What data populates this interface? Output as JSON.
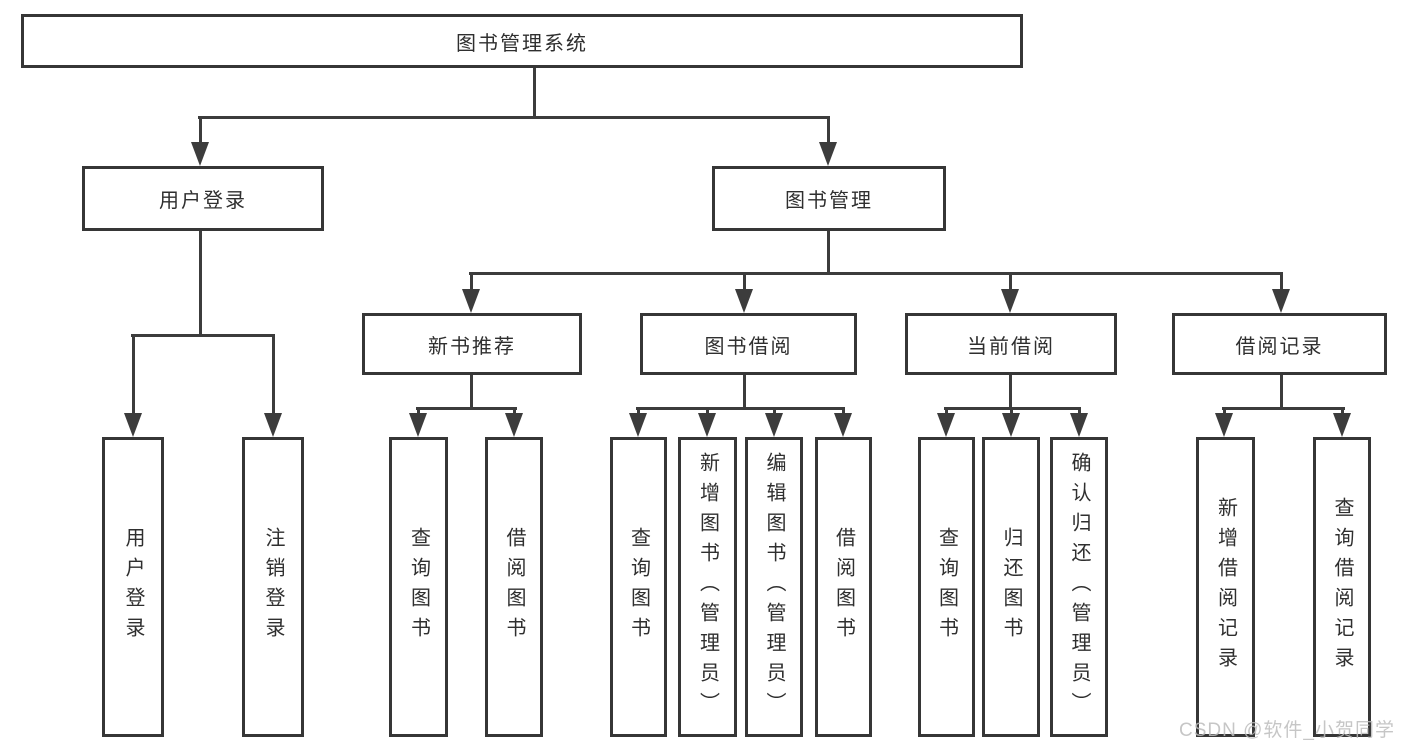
{
  "diagram": {
    "root": {
      "label": "图书管理系统"
    },
    "user_login": {
      "label": "用户登录",
      "children": {
        "login": {
          "label": "用户登录"
        },
        "logout": {
          "label": "注销登录"
        }
      }
    },
    "book_management": {
      "label": "图书管理",
      "children": {
        "new_book_recommend": {
          "label": "新书推荐",
          "children": {
            "query": {
              "label": "查询图书"
            },
            "borrow": {
              "label": "借阅图书"
            }
          }
        },
        "book_borrowing": {
          "label": "图书借阅",
          "children": {
            "query": {
              "label": "查询图书"
            },
            "add": {
              "label": "新增图书（管理员）"
            },
            "edit": {
              "label": "编辑图书（管理员）"
            },
            "borrow": {
              "label": "借阅图书"
            }
          }
        },
        "current_borrowing": {
          "label": "当前借阅",
          "children": {
            "query": {
              "label": "查询图书"
            },
            "return_book": {
              "label": "归还图书"
            },
            "confirm_return": {
              "label": "确认归还（管理员）"
            }
          }
        },
        "borrowing_records": {
          "label": "借阅记录",
          "children": {
            "add_record": {
              "label": "新增借阅记录"
            },
            "query_record": {
              "label": "查询借阅记录"
            }
          }
        }
      }
    }
  },
  "watermark": {
    "text": "CSDN @软件_小贺同学"
  },
  "colors": {
    "line": "#3c3c3c",
    "box_border": "#363636",
    "text": "#2f2f2f",
    "background": "#ffffff",
    "watermark": "#bdbdbd"
  }
}
